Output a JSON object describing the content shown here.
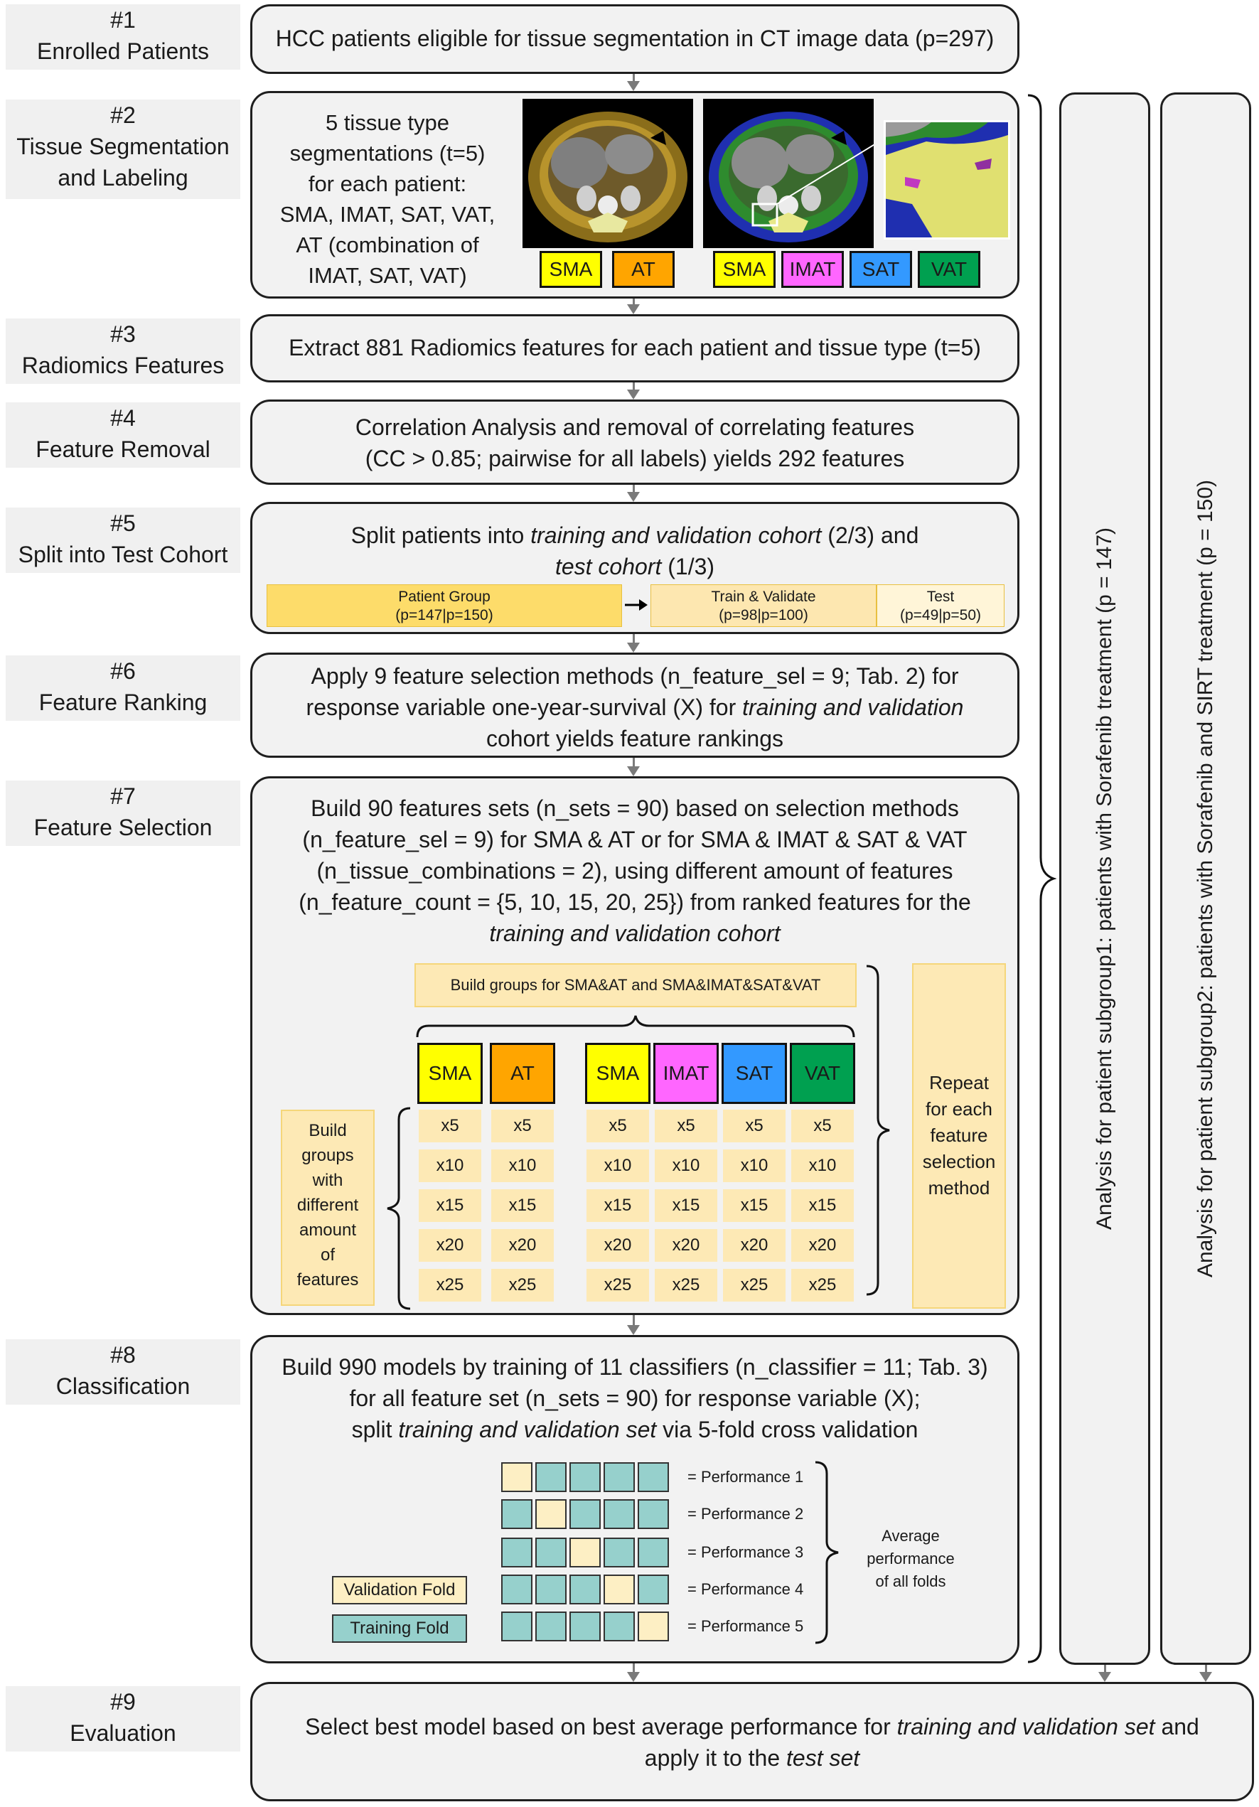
{
  "steps": [
    {
      "num": "#1",
      "title": "Enrolled Patients"
    },
    {
      "num": "#2",
      "title_l1": "Tissue Segmentation",
      "title_l2": "and Labeling"
    },
    {
      "num": "#3",
      "title": "Radiomics Features"
    },
    {
      "num": "#4",
      "title": "Feature Removal"
    },
    {
      "num": "#5",
      "title": "Split into Test Cohort"
    },
    {
      "num": "#6",
      "title": "Feature Ranking"
    },
    {
      "num": "#7",
      "title": "Feature Selection"
    },
    {
      "num": "#8",
      "title": "Classification"
    },
    {
      "num": "#9",
      "title": "Evaluation"
    }
  ],
  "box1": {
    "text": "HCC patients eligible for tissue segmentation in CT image data (p=297)"
  },
  "box2": {
    "lines": [
      "5 tissue type",
      "segmentations  (t=5)",
      "for each patient:",
      "SMA, IMAT, SAT, VAT,",
      "AT (combination of",
      "IMAT, SAT, VAT)"
    ],
    "labels_left": [
      "SMA",
      "AT"
    ],
    "labels_right": [
      "SMA",
      "IMAT",
      "SAT",
      "VAT"
    ]
  },
  "box3": {
    "text": "Extract 881 Radiomics features for each patient and tissue type (t=5)"
  },
  "box4": {
    "l1": "Correlation Analysis and removal of correlating features",
    "l2": "(CC > 0.85; pairwise for all labels) yields 292 features"
  },
  "box5": {
    "l1a": "Split patients into ",
    "l1b": "training and validation cohort",
    "l1c": " (2/3) and",
    "l2a": "test cohort",
    "l2b": " (1/3)",
    "group_title": "Patient Group",
    "group_sub": "(p=147|p=150)",
    "train_title": "Train & Validate",
    "train_sub": "(p=98|p=100)",
    "test_title": "Test",
    "test_sub": "(p=49|p=50)"
  },
  "box6": {
    "l1": "Apply 9 feature selection methods (n_feature_sel = 9; Tab. 2) for",
    "l2a": "response variable one-year-survival (X) for ",
    "l2b": "training and validation",
    "l3": "cohort yields feature rankings"
  },
  "box7": {
    "l1": "Build 90 features sets (n_sets = 90) based on selection methods",
    "l2": "(n_feature_sel = 9) for SMA & AT or for SMA & IMAT & SAT & VAT",
    "l3": "(n_tissue_combinations = 2), using different amount of features",
    "l4": "(n_feature_count = {5, 10, 15, 20, 25}) from ranked features for the",
    "l5": "training and validation cohort",
    "groups_label": "Build groups for SMA&AT and SMA&IMAT&SAT&VAT",
    "left_label": [
      "Build",
      "groups",
      "with",
      "different",
      "amount",
      "of",
      "features"
    ],
    "right_label": [
      "Repeat",
      "for each",
      "feature",
      "selection",
      "method"
    ],
    "headers": [
      "SMA",
      "AT",
      "SMA",
      "IMAT",
      "SAT",
      "VAT"
    ],
    "rows": [
      "x5",
      "x10",
      "x15",
      "x20",
      "x25"
    ]
  },
  "box8": {
    "l1": "Build 990 models by training of 11 classifiers (n_classifier = 11; Tab. 3)",
    "l2": "for all feature set (n_sets = 90) for response variable (X);",
    "l3a": "split ",
    "l3b": "training and validation set",
    "l3c": " via 5-fold cross validation",
    "perf": [
      "= Performance 1",
      "= Performance 2",
      "= Performance 3",
      "= Performance 4",
      "= Performance 5"
    ],
    "avg": [
      "Average",
      "performance",
      "of all folds"
    ],
    "validation_legend": "Validation Fold",
    "training_legend": "Training Fold"
  },
  "box9": {
    "l1a": "Select best model based on best average performance for ",
    "l1b": "training and validation set",
    "l1c": " and",
    "l2a": "apply it to the ",
    "l2b": "test set"
  },
  "side1": "Analysis for patient subgroup1: patients with Sorafenib treatment (p = 147)",
  "side2": "Analysis for patient subgroup2: patients with Sorafenib and SIRT treatment (p = 150)"
}
